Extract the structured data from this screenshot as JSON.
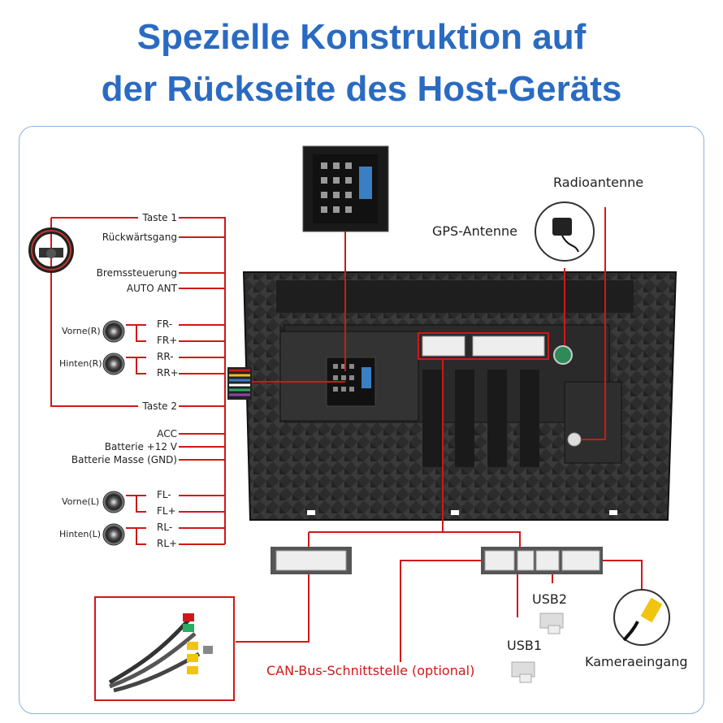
{
  "title": {
    "line1": "Spezielle Konstruktion auf",
    "line2": "der Rückseite des Host-Geräts"
  },
  "harness_left": {
    "taste1": "Taste 1",
    "rueckwaertsgang": "Rückwärtsgang",
    "bremssteuerung": "Bremssteuerung",
    "auto_ant": "AUTO ANT",
    "taste2": "Taste 2",
    "acc": "ACC",
    "batterie12v": "Batterie +12 V",
    "batterie_masse": "Batterie Masse (GND)"
  },
  "speakers": {
    "vorne_r": "Vorne(R)",
    "hinten_r": "Hinten(R)",
    "vorne_l": "Vorne(L)",
    "hinten_l": "Hinten(L)",
    "fr_minus": "FR-",
    "fr_plus": "FR+",
    "rr_minus": "RR-",
    "rr_plus": "RR+",
    "fl_minus": "FL-",
    "fl_plus": "FL+",
    "rl_minus": "RL-",
    "rl_plus": "RL+"
  },
  "right_labels": {
    "radioantenne": "Radioantenne",
    "gps_antenne": "GPS-Antenne",
    "usb2": "USB2",
    "usb1": "USB1",
    "kameraeingang": "Kameraeingang",
    "can_bus": "CAN-Bus-Schnittstelle (optional)"
  },
  "colors": {
    "title": "#2a6bc2",
    "line_red": "#d01818",
    "panel_border": "#8ab3e0"
  }
}
